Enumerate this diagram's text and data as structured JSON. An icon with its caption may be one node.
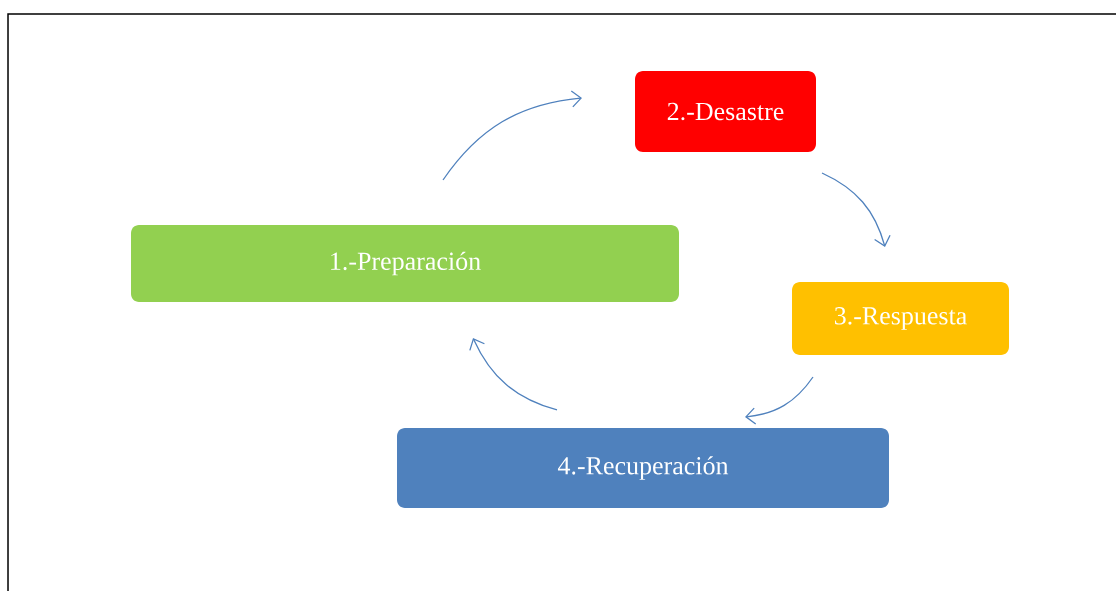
{
  "diagram": {
    "nodes": [
      {
        "text": [
          "1.-Preparación"
        ]
      },
      {
        "text": [
          "2.-Desastre"
        ]
      },
      {
        "text": [
          "3.-Respuesta"
        ]
      },
      {
        "text": [
          "4.-Recuperación"
        ]
      }
    ],
    "edges": [
      {
        "from": 0,
        "to": 1,
        "arrow": "to"
      },
      {
        "from": 1,
        "to": 2,
        "arrow": "to"
      },
      {
        "from": 2,
        "to": 3,
        "arrow": "to"
      },
      {
        "from": 3,
        "to": 0,
        "arrow": "to"
      }
    ]
  }
}
